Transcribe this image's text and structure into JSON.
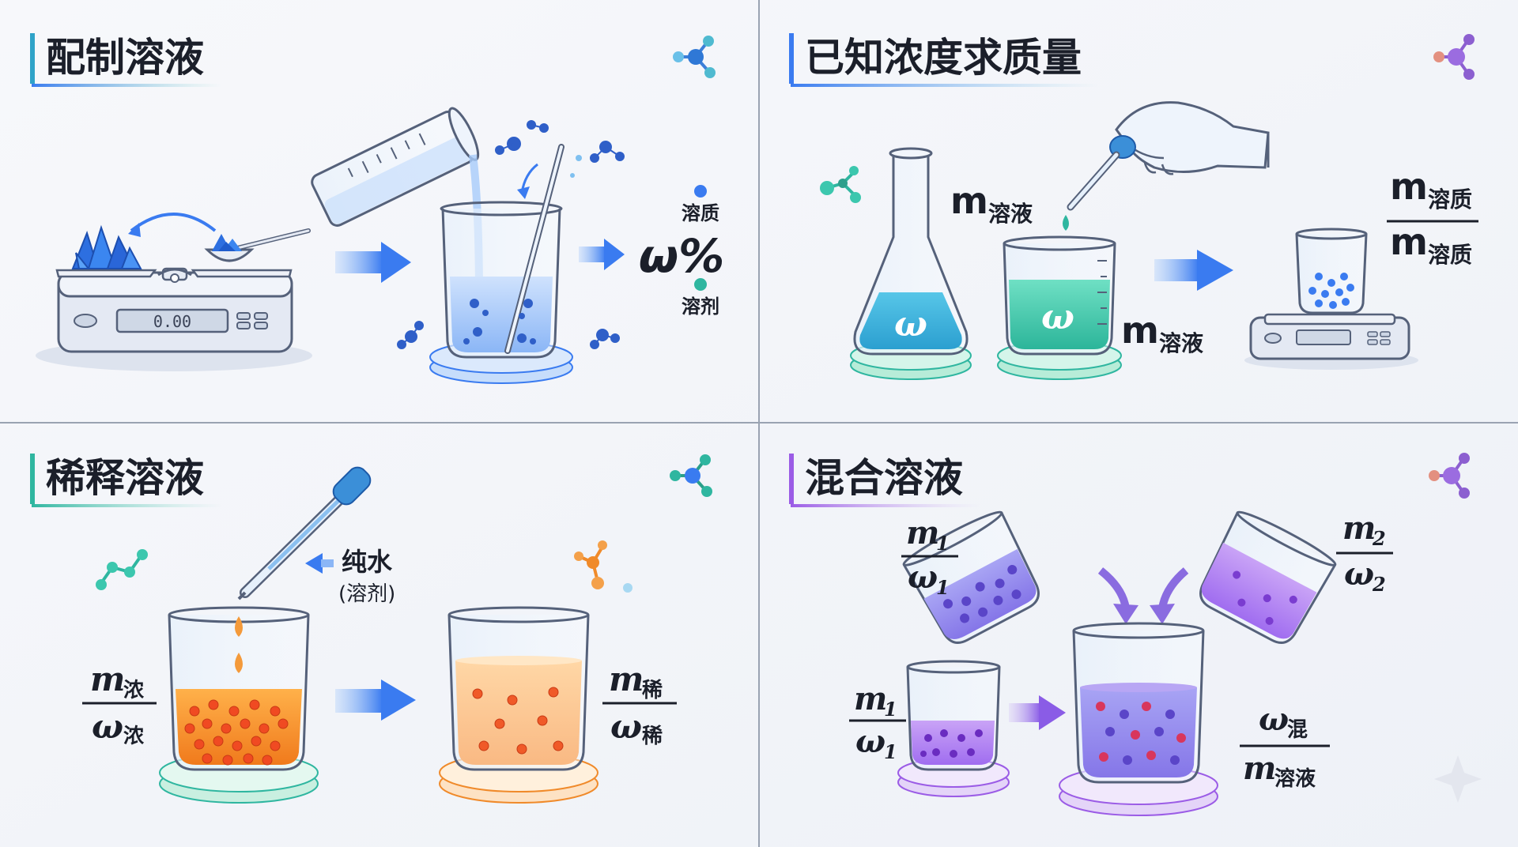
{
  "panels": [
    {
      "title": "配制溶液",
      "solute_label": "溶质",
      "solvent_label": "溶剂",
      "fraction_symbol": "ω%",
      "scale_readout": "0.00"
    },
    {
      "title": "已知浓度求质量",
      "flask_symbol": "ω",
      "beaker_symbol": "ω",
      "m_solution_top": "m",
      "m_solution_top_sub": "溶液",
      "m_solution_bottom": "m",
      "m_solution_bottom_sub": "溶液",
      "ratio_num": "m",
      "ratio_num_sub": "溶质",
      "ratio_den": "m",
      "ratio_den_sub": "溶质"
    },
    {
      "title": "稀释溶液",
      "water_label": "纯水",
      "solvent_paren": "(溶剂)",
      "m_conc": "m",
      "m_conc_sub": "浓",
      "w_conc": "ω",
      "w_conc_sub": "浓",
      "m_dil": "m",
      "m_dil_sub": "稀",
      "w_dil": "ω",
      "w_dil_sub": "稀"
    },
    {
      "title": "混合溶液",
      "m1": "m",
      "m1_sub": "1",
      "w1": "ω",
      "w1_sub": "1",
      "m2": "m",
      "m2_sub": "2",
      "w2": "ω",
      "w2_sub": "2",
      "m1b": "m",
      "m1b_sub": "1",
      "w1b": "ω",
      "w1b_sub": "1",
      "w_mix": "ω",
      "w_mix_sub": "混",
      "m_sol": "m",
      "m_sol_sub": "溶液"
    }
  ],
  "colors": {
    "blue": "#3a7bf0",
    "teal": "#2fb6a0",
    "orange": "#f08a2a",
    "purple": "#9b5ce6"
  }
}
